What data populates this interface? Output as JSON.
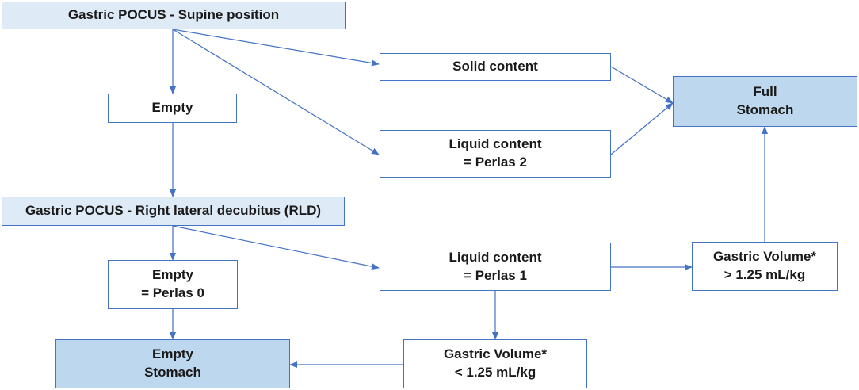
{
  "nodes": {
    "supine": "Gastric POCUS - Supine position",
    "empty_supine": "Empty",
    "solid": "Solid content",
    "liquid_p2": "Liquid content\n= Perlas 2",
    "full_stomach": "Full\nStomach",
    "rld": "Gastric POCUS - Right lateral decubitus (RLD)",
    "empty_p0": "Empty\n= Perlas 0",
    "liquid_p1": "Liquid content\n= Perlas 1",
    "vol_high": "Gastric Volume*\n> 1.25 mL/kg",
    "empty_stomach": "Empty\nStomach",
    "vol_low": "Gastric Volume*\n< 1.25 mL/kg"
  },
  "colors": {
    "border": "#4472c4",
    "arrow": "#4472c4",
    "light_fill": "#deeaf6",
    "dark_fill": "#bdd7ee"
  }
}
